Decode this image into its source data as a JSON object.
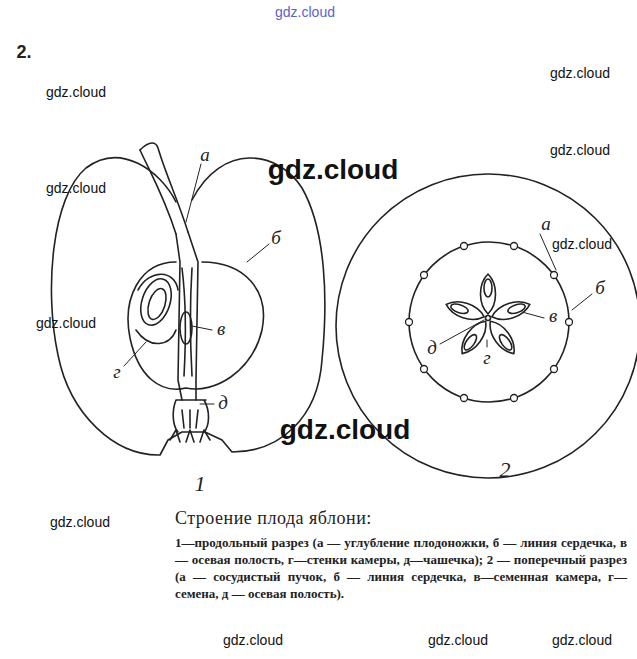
{
  "diagram": {
    "title": "Строение плода яблони:",
    "caption": "1—продольный разрез (а — углубление плодоножки, б — линия сердечка, в — осевая полость, г—стенки камеры, д—чашечка); 2 — поперечный разрез (а — сосудистый пучок, б — линия сердечка, в—семенная камера, г—семена, д — осевая полость).",
    "labels": [
      "gdz.cloud",
      "2.",
      "gdz.cloud",
      "gdz.cloud",
      "gdz.cloud",
      "а",
      "gdz.cloud",
      "gdz.cloud",
      "а",
      "gdz.cloud",
      "б",
      "б",
      "в",
      "gdz.cloud",
      "в",
      "д",
      "г",
      "г",
      "д",
      "gdz.cloud",
      "1",
      "2",
      "gdz.cloud",
      "gdz.cloud",
      "gdz.cloud",
      "gdz.cloud"
    ]
  }
}
